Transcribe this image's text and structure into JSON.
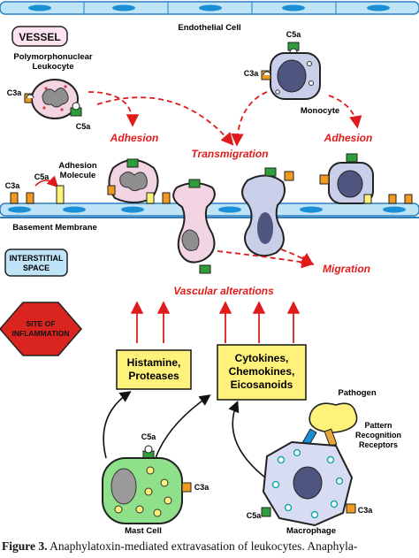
{
  "labels": {
    "vessel": "VESSEL",
    "endothelial_cell": "Endothelial Cell",
    "pmn_line1": "Polymorphonuclear",
    "pmn_line2": "Leukocyte",
    "monocyte": "Monocyte",
    "c3a": "C3a",
    "c5a": "C5a",
    "adhesion": "Adhesion",
    "transmigration": "Transmigration",
    "adhesion_molecule_line1": "Adhesion",
    "adhesion_molecule_line2": "Molecule",
    "basement_membrane": "Basement Membrane",
    "interstitial_line1": "INTERSTITIAL",
    "interstitial_line2": "SPACE",
    "migration": "Migration",
    "vascular_alterations": "Vascular alterations",
    "site_line1": "SITE OF",
    "site_line2": "INFLAMMATION",
    "histamine_line1": "Histamine,",
    "histamine_line2": "Proteases",
    "cytokines_line1": "Cytokines,",
    "cytokines_line2": "Chemokines,",
    "cytokines_line3": "Eicosanoids",
    "pathogen": "Pathogen",
    "prr_line1": "Pattern",
    "prr_line2": "Recognition",
    "prr_line3": "Receptors",
    "mast_cell": "Mast Cell",
    "macrophage": "Macrophage"
  },
  "caption": {
    "figure_label": "Figure 3.",
    "text": "Anaphylatoxin-mediated extravasation of leukocytes. Anaphyla-"
  },
  "colors": {
    "red_text": "#e01b1b",
    "membrane": "#bfe4f7",
    "membrane_stroke": "#2b7fbf",
    "nucleus_blue": "#1b8fd6",
    "box_yellow": "#fff27a",
    "pmn_fill": "#f2d4e3",
    "monocyte_fill": "#c9cfe8",
    "mast_fill": "#8fe08a",
    "macrophage_fill": "#d7dcf2",
    "receptor_green": "#2e9e3a",
    "receptor_orange": "#f29a1f",
    "site_red": "#d9241f"
  }
}
